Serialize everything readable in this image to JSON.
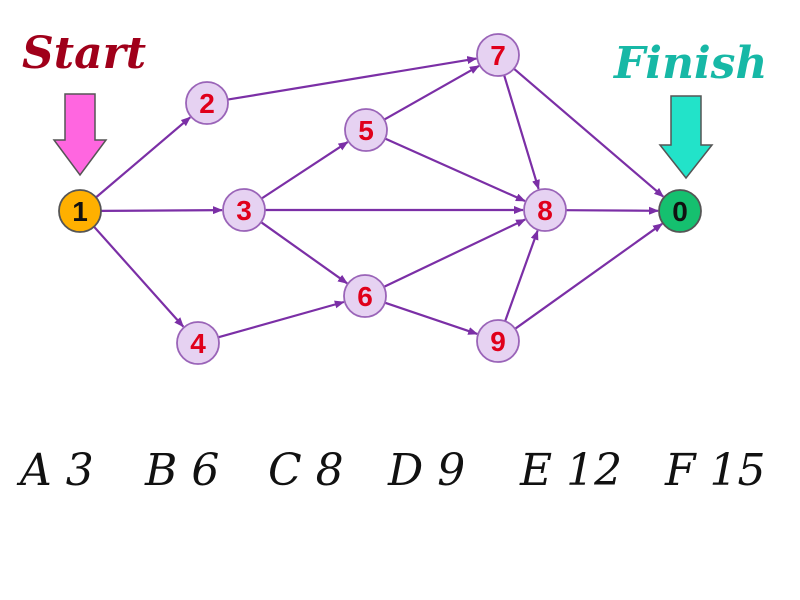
{
  "labels": {
    "start": "Start",
    "finish": "Finish"
  },
  "colors": {
    "start_text": "#a0001a",
    "finish_text": "#17b8a6",
    "start_arrow": "#ff66e0",
    "finish_arrow": "#22e3c9",
    "edge": "#7b2fa6",
    "node_fill": "#e6d2f2",
    "node_stroke": "#9a64b8",
    "node_text": "#e0001b",
    "start_node_fill": "#ffb000",
    "finish_node_fill": "#15c06f",
    "terminal_node_text": "#111111"
  },
  "nodes": [
    {
      "id": "1",
      "kind": "start"
    },
    {
      "id": "2",
      "kind": "normal"
    },
    {
      "id": "3",
      "kind": "normal"
    },
    {
      "id": "4",
      "kind": "normal"
    },
    {
      "id": "5",
      "kind": "normal"
    },
    {
      "id": "6",
      "kind": "normal"
    },
    {
      "id": "7",
      "kind": "normal"
    },
    {
      "id": "8",
      "kind": "normal"
    },
    {
      "id": "9",
      "kind": "normal"
    },
    {
      "id": "0",
      "kind": "finish"
    }
  ],
  "edges": [
    [
      "1",
      "2"
    ],
    [
      "1",
      "3"
    ],
    [
      "1",
      "4"
    ],
    [
      "2",
      "7"
    ],
    [
      "3",
      "5"
    ],
    [
      "3",
      "8"
    ],
    [
      "3",
      "6"
    ],
    [
      "4",
      "6"
    ],
    [
      "5",
      "7"
    ],
    [
      "5",
      "8"
    ],
    [
      "6",
      "8"
    ],
    [
      "6",
      "9"
    ],
    [
      "7",
      "8"
    ],
    [
      "7",
      "0"
    ],
    [
      "9",
      "8"
    ],
    [
      "9",
      "0"
    ],
    [
      "8",
      "0"
    ]
  ],
  "legend": [
    {
      "letter": "A",
      "value": "3"
    },
    {
      "letter": "B",
      "value": "6"
    },
    {
      "letter": "C",
      "value": "8"
    },
    {
      "letter": "D",
      "value": "9"
    },
    {
      "letter": "E",
      "value": "12"
    },
    {
      "letter": "F",
      "value": "15"
    }
  ]
}
